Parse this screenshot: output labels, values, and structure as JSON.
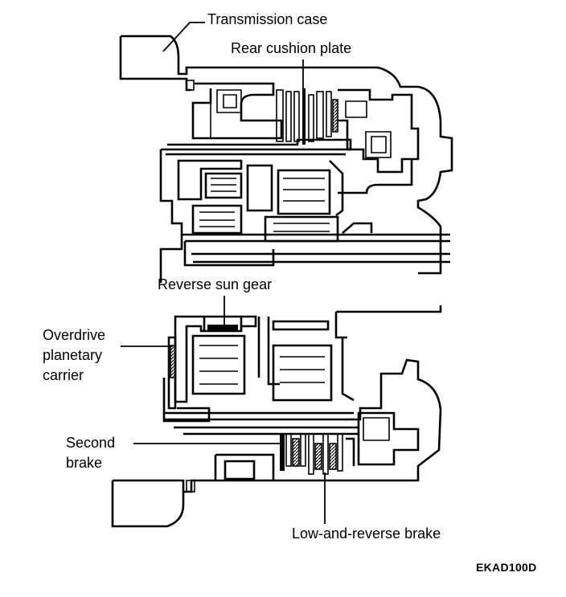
{
  "labels": {
    "transmission_case": "Transmission case",
    "rear_cushion_plate": "Rear cushion plate",
    "reverse_sun_gear": "Reverse sun gear",
    "overdrive_line1": "Overdrive",
    "overdrive_line2": "planetary",
    "overdrive_line3": "carrier",
    "second_brake_line1": "Second",
    "second_brake_line2": "brake",
    "low_and_reverse_brake": "Low-and-reverse brake",
    "figure_code": "EKAD100D"
  }
}
